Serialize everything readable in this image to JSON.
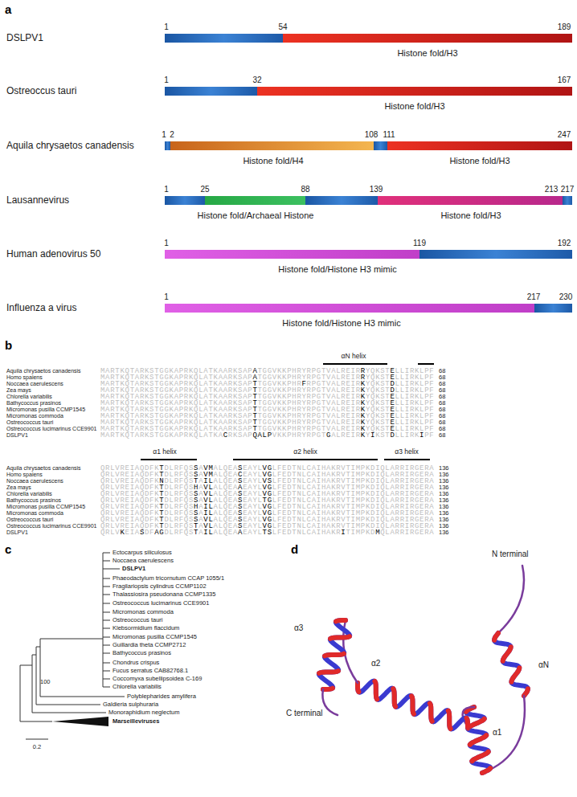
{
  "diagram": {
    "labels": [
      "a",
      "DSLPV1",
      "1",
      "54",
      "189",
      "Histone fold/H3",
      "Ostreoccus tauri",
      "1",
      "32",
      "167",
      "Histone fold/H3",
      "Aquila chrysaetos canadensis",
      "1",
      "2",
      "108",
      "111",
      "247",
      "Histone fold/H4",
      "Histone fold/H3",
      "Lausannevirus",
      "1",
      "25",
      "88",
      "139",
      "213",
      "217",
      "Histone fold/Archaeal Histone",
      "Histone fold/H3",
      "Human adenovirus 50",
      "1",
      "119",
      "192",
      "Histone fold/Histone H3 mimic",
      "Influenza a virus",
      "1",
      "217",
      "230",
      "Histone fold/Histone H3 mimic",
      "b",
      "αN helix",
      "Aquila chrysaetos canadensis",
      "Homo spaiens",
      "Noccaea caerulescens",
      "Zea mays",
      "Chlorella variabilis",
      "Bathycoccus prasinos",
      "Micromonas pusilla CCMP1545",
      "Micromonas commoda",
      "Ostreococcus tauri",
      "Ostreococcus lucimarinus CCE9901",
      "DSLPV1",
      "MARTKQTARKSTGGKAPRKQLATKAARKSAPATGGVKKPHRYRPGTVALREIRRYQKSTELLIRKLPF",
      "MARTKQTARKSTGGKAPRKQLATKAARKSAPATGGVKKPHRYRPGTVALREIRRYQKSTELLIRKLPF",
      "MARTKQTARKSTGGKAPRKQLATKAARKSAPTTGGVKKPHRFRPGTVALREIRKYQKSTDLLIRKLPF",
      "MARTKQTARKSTGGKAPRKQLATKAARKSAPTTGGVKKPHRYRPGTVALREIRKYQKSTDLLIRKLPF",
      "MARTKQTARKSTGGKAPRKQLATKAARKSAPTTGGVKKPHRYRPGTVALREIRKYQKSTELLIRKLPF",
      "MARTKQTARKSTGGKAPRKQLATKAARKSAPTTGGVKKPHRYRPGTVALREIRKYQKSTELLIRKLPF",
      "MARTKQTARKSTGGKAPRKQLATKAARKSAPTTGGVKKPHRYRPGTVALREIRKYQKSTELLIRKLPF",
      "MARTKQTARKSTGGKAPRKQLATKAARKSAPTTGGVKKPHRYRPGTVALREIRKYQKSTELLIRKLPF",
      "MARTKQTARKSTGGKAPRKQLATKAARKSAPTTGGVKKPHRYRPGTVALREIRKYQKSTELLIRKLPF",
      "MARTKQTARKSTGGKAPRKQLATKAARKSAPTTGGVKKPHRYRPGTVALREIRKYQKSTELLIRKLPF",
      "MARTKQTARKSTGGKAPRKQLATKACRKSAPQALPVKKPHRYRPGTGALREIRKYIKSTDLLIRKIPF",
      "68",
      "68",
      "68",
      "68",
      "68",
      "68",
      "68",
      "68",
      "68",
      "68",
      "68",
      "α1 helix",
      "α2 helix",
      "α3 helix",
      "Aquila chrysaetos canadensis",
      "Homo spaiens",
      "Noccaea caerulescens",
      "Zea mays",
      "Chlorella variabilis",
      "Bathycoccus prasinos",
      "Micromonas pusilla CCMP1545",
      "Micromonas commoda",
      "Ostreococcus tauri",
      "Ostreococcus lucimarinus CCE9901",
      "DSLPV1",
      "QRLVREIAQDFKTDLRFQSSAVMALQEASEAYLVGLFEDTNLCAIHAKRVTIMPKDIQLARRIRGERA",
      "QRLVREIAQDFKTDLRFQSSAVMALQEACEAYLVGLFEDTNLCAIHAKRVTIMPKDIQLARRIRGERA",
      "QRLVREIAQDFKNDLRFQSTAILALQEASEAYLVSLFEDTNLCAIHAKRVTIMPKDIQLARRIRGERA",
      "QRLVREIAQDFKTDLRFQSHAVLALQEAAEAYLVGLFEDTNLCAIHAKRVTIMPKDIQLARRIRGERA",
      "QRLVREIAQDFKTDLRFQSSAVLALQEASEAYLVGLFEDTNLCAIHAKRVTIMPKDIQLARRIRGERA",
      "QRLVREIAQDFKTDLRFQSSAVLALQEASEAYLTGLFEDTNLCAIHAKRVTIMPKDIQLARRIRGERA",
      "QRLVREIAQDFKTDLRFQSHAILALQEASEAYLVGLFEDTNLCAIHAKRVTIMPKDIQLARRIRGERA",
      "QRLVREIAQDFKTDLRFQSSAILALQEASEAYLVGLFEDTNLCAIHAKRVTIMPKDIQLARRIRGERA",
      "QRLVREIAQDFKTDLRFQSSAVLALQEASEAYLVGLFEDTNLCAIHAKRVTIMPKDIQLARRIRGERA",
      "QRLVREIAQDFKTDLRFQSTAVLALQEASEAYLVGLFEDTNLCAIHAKRVTIMPKDIQLARRIRGERA",
      "QRLVKEIASDFAGDLRFQSTAILALQEAAEAYLTSLFEDTNLCAIHAKRITIMPKDMQLARRIRGERA",
      "136",
      "136",
      "136",
      "136",
      "136",
      "136",
      "136",
      "136",
      "136",
      "136",
      "136",
      "c",
      "Ectocarpus siliculosus",
      "Noccaea caerulescens",
      "DSLPV1",
      "Phaeodactylum tricornutum CCAP 1055/1",
      "Fragilariopsis cylindrus CCMP1102",
      "Thalassiosira pseudonana CCMP1335",
      "Ostreococcus lucimarinus CCE9901",
      "Micromonas commoda",
      "Ostreococcus tauri",
      "Klebsormidium flaccidum",
      "Micromonas pusilla CCMP1545",
      "Guillardia theta CCMP2712",
      "Bathycoccus prasinos",
      "Chondrus crispus",
      "Fucus serratus CAB82768.1",
      "Coccomyxa subellipsoidea C-169",
      "Chlorella variabilis",
      "Polyblepharides amylifera",
      "Galdieria sulphuraria",
      "Monoraphidium neglectum",
      "Marseilleviruses",
      "100",
      "0.2",
      "d",
      "N terminal",
      "αN",
      "α3",
      "α2",
      "α1",
      "C terminal"
    ]
  }
}
